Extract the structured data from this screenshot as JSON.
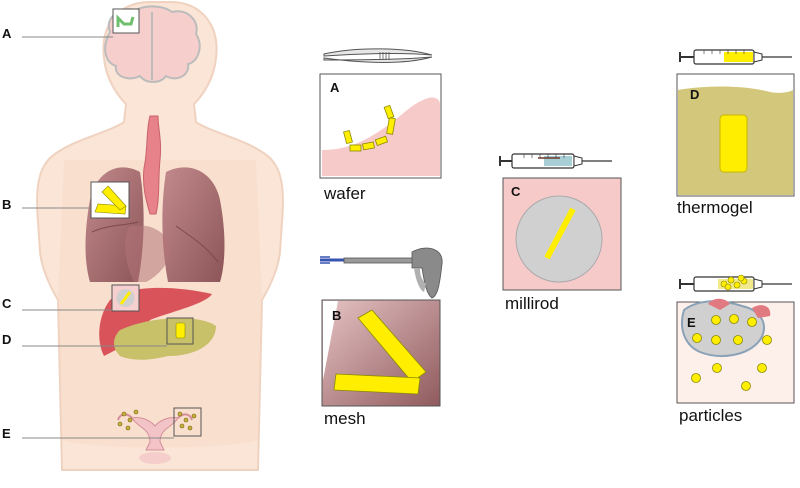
{
  "body_labels": {
    "a": "A",
    "b": "B",
    "c": "C",
    "d": "D",
    "e": "E"
  },
  "panels": {
    "a": {
      "letter": "A",
      "caption": "wafer",
      "tool": "forceps-icon"
    },
    "b": {
      "letter": "B",
      "caption": "mesh",
      "tool": "applicator-gun-icon"
    },
    "c": {
      "letter": "C",
      "caption": "millirod",
      "tool": "syringe-icon"
    },
    "d": {
      "letter": "D",
      "caption": "thermogel",
      "tool": "syringe-icon"
    },
    "e": {
      "letter": "E",
      "caption": "particles",
      "tool": "syringe-icon"
    }
  },
  "colors": {
    "skin": "#f9e3d3",
    "skin_outline": "#e8c9b4",
    "tissue_pink": "#f7caca",
    "lung": "#a86b6f",
    "liver": "#d9545a",
    "organ_olive": "#c9c06a",
    "implant_yellow": "#ffee00",
    "tumor_grey": "#d0d0d0"
  }
}
